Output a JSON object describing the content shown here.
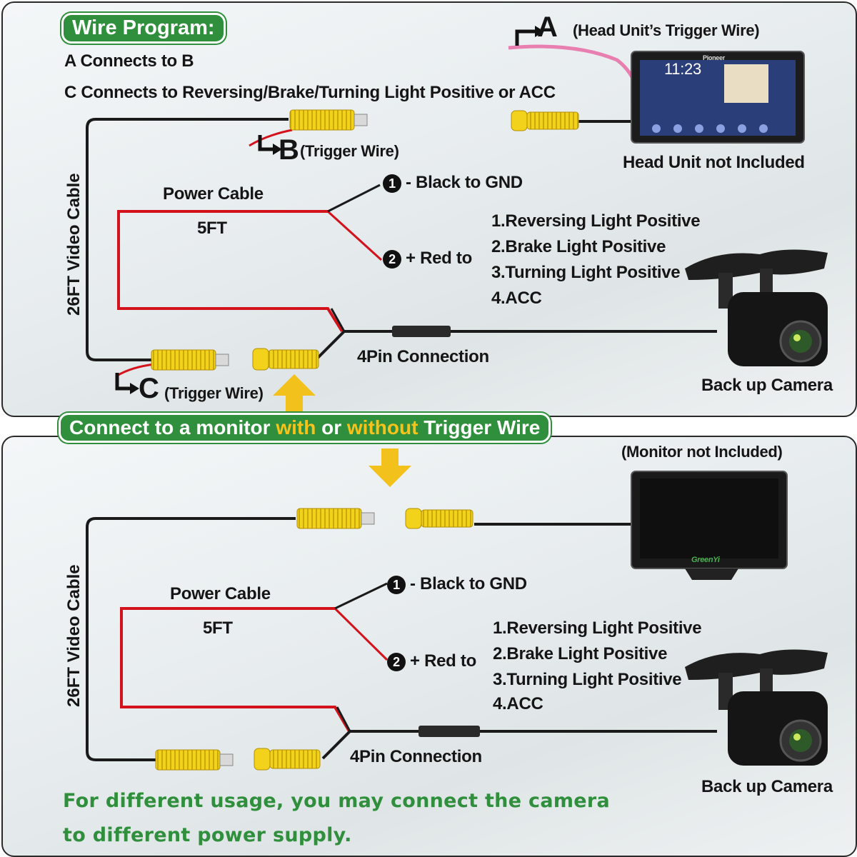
{
  "top": {
    "wire_program_label": "Wire Program:",
    "wire_program_lines": [
      "A Connects to B",
      "C Connects to Reversing/Brake/Turning Light Positive or ACC"
    ],
    "letter_a": "A",
    "a_caption": "(Head Unit’s Trigger Wire)",
    "letter_b": "B",
    "b_caption": "(Trigger Wire)",
    "letter_c": "C",
    "c_caption": "(Trigger Wire)",
    "head_unit_caption": "Head Unit not Included",
    "head_unit_brand": "Pioneer",
    "head_unit_time": "11:23",
    "video_cable_label": "26FT Video Cable",
    "power_cable_label": "Power Cable",
    "power_length_label": "5FT",
    "wire1_number": "1",
    "wire1_label": "- Black to GND",
    "wire2_number": "2",
    "wire2_label": "+ Red to",
    "options": [
      "1.Reversing Light Positive",
      "2.Brake Light Positive",
      "3.Turning Light Positive",
      "4.ACC"
    ],
    "connector_label": "4Pin Connection",
    "camera_label": "Back up Camera"
  },
  "banner": {
    "part1": "Connect to a monitor ",
    "highlight1": "with",
    "part2": " or ",
    "highlight2": "without",
    "part3": " Trigger Wire"
  },
  "bottom": {
    "monitor_caption": "(Monitor not Included)",
    "monitor_brand": "GreenYi",
    "video_cable_label": "26FT Video Cable",
    "power_cable_label": "Power Cable",
    "power_length_label": "5FT",
    "wire1_number": "1",
    "wire1_label": "- Black to GND",
    "wire2_number": "2",
    "wire2_label": "+ Red to",
    "options": [
      "1.Reversing Light Positive",
      "2.Brake Light Positive",
      "3.Turning Light Positive",
      "4.ACC"
    ],
    "connector_label": "4Pin Connection",
    "camera_label": "Back up Camera",
    "note_lines": [
      "For different usage, you may connect the camera",
      "to different power supply."
    ]
  },
  "colors": {
    "green": "#2f8f3c",
    "yellow_highlight": "#f7c21a",
    "rca_yellow": "#f3d21b",
    "power_red": "#d4121b",
    "trigger_pink": "#e87fb0",
    "arrow_yellow": "#f2c11b"
  }
}
